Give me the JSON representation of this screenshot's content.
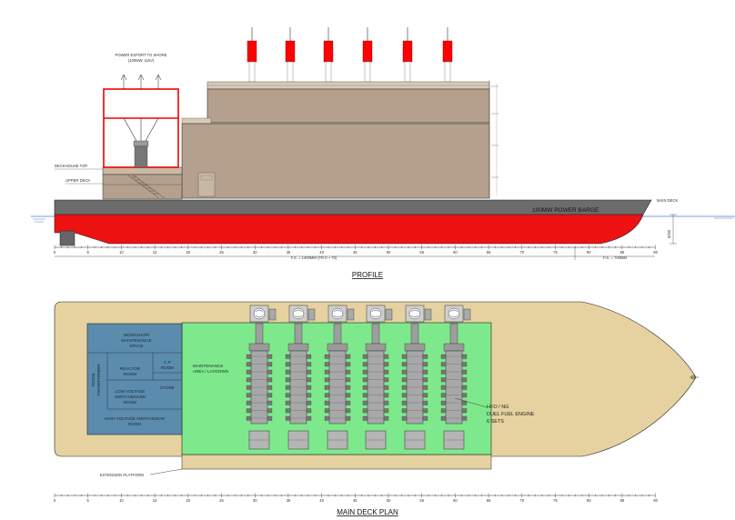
{
  "profile": {
    "title": "PROFILE",
    "power_export_label": "POWER EXPORT TO SHORE",
    "power_export_sub": "(100MW, 11kV)",
    "deckhouse_top": "DECKHOUSE TOP",
    "upper_deck": "UPPER DECK",
    "main_deck": "MAIN DECK",
    "barge_name": "100MW POWER BARGE",
    "depth_dim": "6000",
    "frame_spacing_left": "F.S. = 1400MM (FR.0 ~ 70)",
    "frame_spacing_right": "F.S. = 700MM",
    "colors": {
      "hull_red": "#ee1111",
      "hull_grey": "#6c6c6c",
      "superstructure": "#b4a08c",
      "stack_red": "#ff0000"
    }
  },
  "plan": {
    "title": "MAIN DECK PLAN",
    "extension_platform": "EXTENSION PLATFORM",
    "engine_callout": [
      "HFO / NG",
      "DUEL FUEL ENGINE",
      "6 SETS"
    ],
    "rooms": {
      "workshop": [
        "WORKSHOP/",
        "MAINTENANCE",
        "SPACE"
      ],
      "reactor": [
        "REACTOR",
        "ROOM"
      ],
      "cp": [
        "C.P",
        "ROOM"
      ],
      "store": "STORE",
      "transformer": [
        "ROOM",
        "TRANSFORMER"
      ],
      "lv": [
        "LOW VOLTAGE",
        "SWITCHBOARD",
        "ROOM"
      ],
      "hv": [
        "HIGH VOLTAGE SWITCHGEAR",
        "ROOM"
      ],
      "maintenance": [
        "MAINTENANCE",
        "AREA / LAYDOWN"
      ]
    },
    "colors": {
      "deck": "#e6d2a0",
      "house": "#5b8cae",
      "engine_area": "#7ee98c"
    }
  },
  "frame_scale": {
    "ticks": [
      "0",
      "5",
      "10",
      "15",
      "20",
      "25",
      "30",
      "35",
      "40",
      "45",
      "50",
      "55",
      "60",
      "65",
      "70",
      "75",
      "80",
      "85",
      "90"
    ]
  }
}
